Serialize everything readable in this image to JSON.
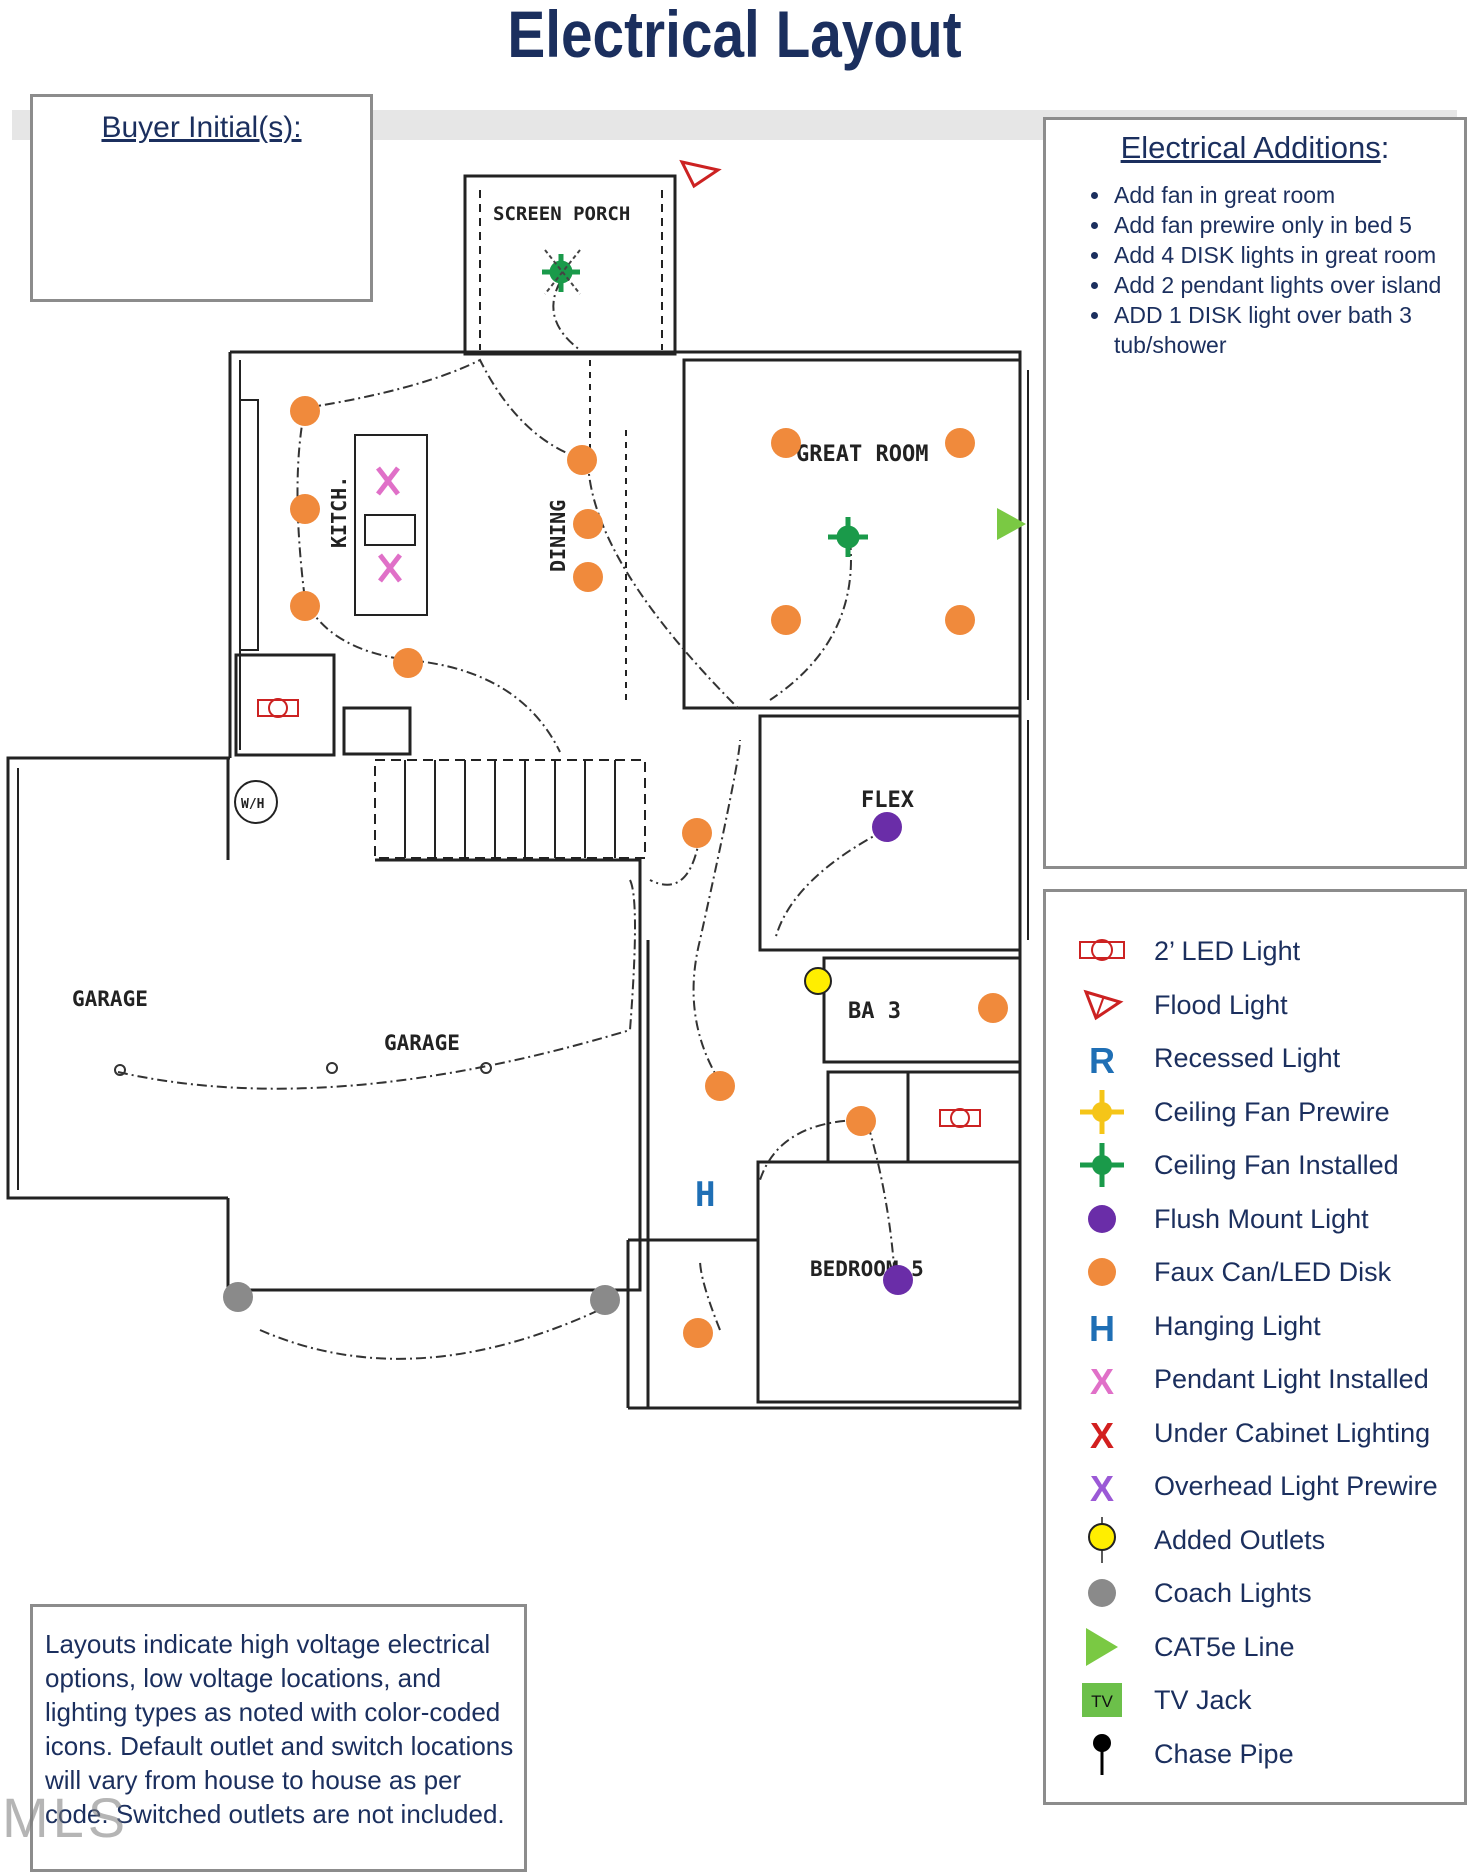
{
  "title": "Electrical Layout",
  "buyer_box": {
    "heading": "Buyer Initial(s):"
  },
  "additions": {
    "heading": "Electrical Additions",
    "colon": ":",
    "items": [
      "Add fan in great room",
      "Add fan prewire only in bed 5",
      "Add 4 DISK lights in great room",
      "Add 2 pendant lights over island",
      "ADD 1 DISK light over bath 3 tub/shower"
    ]
  },
  "legend": [
    {
      "label": "2’ LED Light",
      "icon": "led-light-icon",
      "color": "#cc2222"
    },
    {
      "label": "Flood Light",
      "icon": "flood-light-icon",
      "color": "#cc2222"
    },
    {
      "label": "Recessed Light",
      "icon": "recessed-light-icon",
      "color": "#1f6fb5",
      "glyph": "R"
    },
    {
      "label": "Ceiling Fan Prewire",
      "icon": "ceiling-fan-prewire-icon",
      "color": "#f5c518"
    },
    {
      "label": "Ceiling Fan Installed",
      "icon": "ceiling-fan-installed-icon",
      "color": "#1a9a4a"
    },
    {
      "label": "Flush Mount Light",
      "icon": "flush-mount-light-icon",
      "color": "#6a2da8"
    },
    {
      "label": "Faux Can/LED Disk",
      "icon": "led-disk-icon",
      "color": "#f08a3c"
    },
    {
      "label": "Hanging Light",
      "icon": "hanging-light-icon",
      "color": "#1f6fb5",
      "glyph": "H"
    },
    {
      "label": "Pendant Light Installed",
      "icon": "pendant-light-icon",
      "color": "#e070c8",
      "glyph": "X"
    },
    {
      "label": "Under Cabinet Lighting",
      "icon": "under-cabinet-icon",
      "color": "#d21f1f",
      "glyph": "X"
    },
    {
      "label": "Overhead Light Prewire",
      "icon": "overhead-prewire-icon",
      "color": "#9b59d6",
      "glyph": "X"
    },
    {
      "label": "Added Outlets",
      "icon": "outlet-icon",
      "color": "#ffee00"
    },
    {
      "label": "Coach Lights",
      "icon": "coach-light-icon",
      "color": "#8a8a8a"
    },
    {
      "label": "CAT5e Line",
      "icon": "cat5e-icon",
      "color": "#7ac943"
    },
    {
      "label": "TV Jack",
      "icon": "tv-jack-icon",
      "color": "#6cc04a",
      "glyph": "TV"
    },
    {
      "label": "Chase Pipe",
      "icon": "chase-pipe-icon",
      "color": "#000000"
    }
  ],
  "rooms": {
    "screen_porch": "SCREEN PORCH",
    "great_room": "GREAT ROOM",
    "kitchen": "KITCH.",
    "dining": "DINING",
    "flex": "FLEX",
    "bath3": "BA 3",
    "garage_left": "GARAGE",
    "garage_right": "GARAGE",
    "bedroom5": "BEDROOM 5",
    "water_heater": "W/H"
  },
  "notes": "Layouts indicate high voltage electrical options, low voltage locations, and lighting types as noted with color-coded icons. Default outlet and switch locations will vary from house to house as per code. Switched outlets are not included.",
  "watermark": "MLS",
  "colors": {
    "title": "#1b2f5e",
    "disk": "#f08a3c",
    "fan": "#1a9a4a",
    "flush": "#6a2da8",
    "pendant": "#e070c8",
    "coach": "#8a8a8a",
    "outlet": "#ffee00",
    "cat5e": "#7ac943",
    "led": "#cc2222",
    "recessed": "#1f6fb5"
  }
}
